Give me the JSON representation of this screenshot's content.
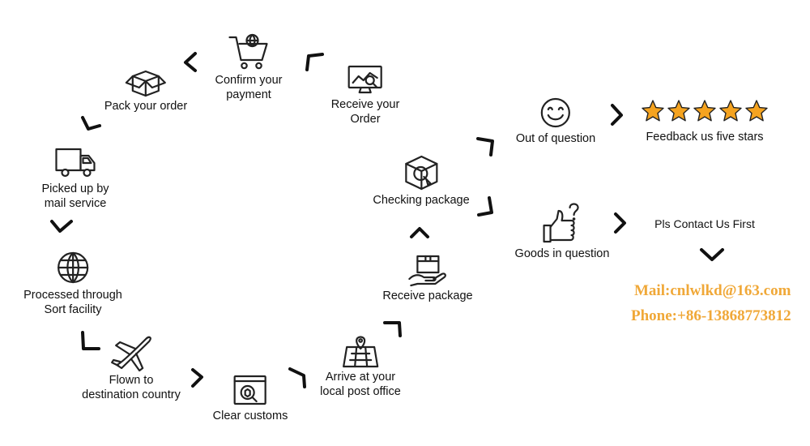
{
  "steps": {
    "confirm_payment": [
      "Confirm your",
      "payment"
    ],
    "pack_order": [
      "Pack your order"
    ],
    "receive_order": [
      "Receive your",
      "Order"
    ],
    "picked_up": [
      "Picked up by",
      "mail service"
    ],
    "processed": [
      "Processed through",
      "Sort facility"
    ],
    "flown": [
      "Flown to",
      "destination country"
    ],
    "clear_customs": [
      "Clear customs"
    ],
    "arrive_post": [
      "Arrive at your",
      "local post office"
    ],
    "receive_package": [
      "Receive package"
    ],
    "checking_package": [
      "Checking package"
    ],
    "out_of_question": [
      "Out of question"
    ],
    "feedback": [
      "Feedback us five stars"
    ],
    "goods_in_question": [
      "Goods in question"
    ],
    "contact_first": [
      "Pls Contact Us First"
    ]
  },
  "contact": {
    "mail": "Mail:cnlwlkd@163.com",
    "phone": "Phone:+86-13868773812"
  },
  "rating": {
    "stars": 5,
    "max": 5
  },
  "colors": {
    "accent": "#f0a838",
    "star": "#f5a31f",
    "ink": "#111111"
  },
  "icons": {
    "confirm_payment": "shopping-cart-globe-icon",
    "pack_order": "open-box-icon",
    "receive_order": "monitor-chart-icon",
    "picked_up": "delivery-truck-icon",
    "processed": "globe-icon",
    "flown": "airplane-icon",
    "clear_customs": "customs-inspection-icon",
    "arrive_post": "map-pin-icon",
    "receive_package": "hand-package-icon",
    "checking_package": "package-check-icon",
    "out_of_question": "smiley-face-icon",
    "goods_in_question": "thumbs-up-question-icon",
    "feedback": "star-icon"
  }
}
